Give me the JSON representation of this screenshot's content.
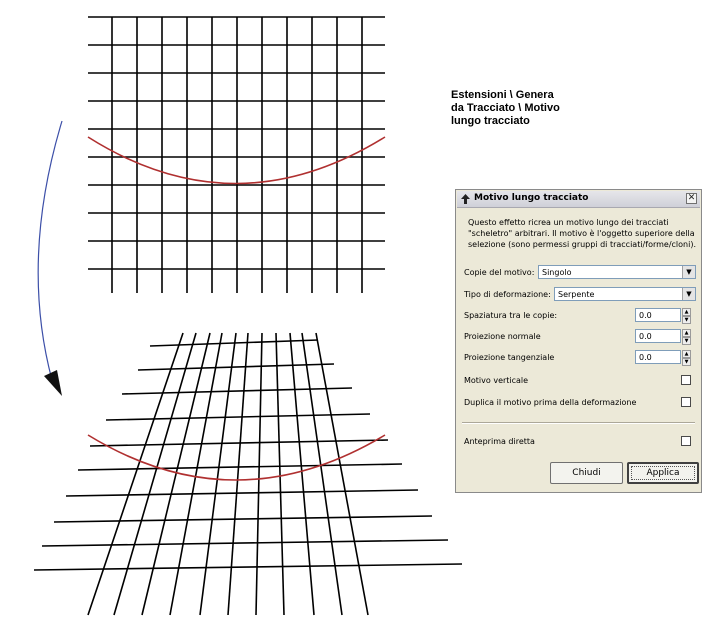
{
  "caption": {
    "line1": "Estensioni \\ Genera",
    "line2": "da Tracciato \\ Motivo",
    "line3": "lungo tracciato"
  },
  "dialog": {
    "title": "Motivo lungo tracciato",
    "close_glyph": "✕",
    "description": "Questo effetto ricrea un motivo lungo dei tracciati \"scheletro\" arbitrari. Il motivo è l'oggetto superiore della selezione (sono permessi gruppi di tracciati/forme/cloni).",
    "copies_label": "Copie del motivo:",
    "copies_value": "Singolo",
    "deform_label": "Tipo di deformazione:",
    "deform_value": "Serpente",
    "spacing_label": "Spaziatura tra le copie:",
    "spacing_value": "0.0",
    "normal_label": "Proiezione normale",
    "normal_value": "0.0",
    "tangential_label": "Proiezione tangenziale",
    "tangential_value": "0.0",
    "vertical_label": "Motivo verticale",
    "duplicate_label": "Duplica il motivo prima della deformazione",
    "preview_label": "Anteprima diretta",
    "close_button": "Chiudi",
    "apply_button": "Applica",
    "spin_up": "▲",
    "spin_down": "▼",
    "combo_arrow": "▼"
  },
  "colors": {
    "grid": "#000000",
    "curve": "#b03030",
    "arrow": "#3c4fa8",
    "dialog_bg": "#ece9d8"
  }
}
